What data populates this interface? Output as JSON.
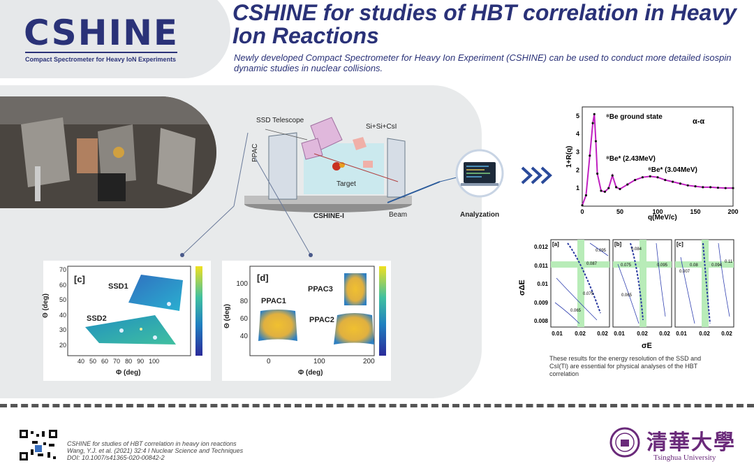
{
  "logo": {
    "text": "CSHINE",
    "subtitle": "Compact Spectrometer for Heavy IoN Experiments"
  },
  "header": {
    "title": "CSHINE for studies of HBT correlation in Heavy Ion Reactions",
    "subtitle": "Newly developed Compact Spectrometer for Heavy Ion Experiment (CSHINE) can be used to conduct more detailed isospin dynamic studies in nuclear collisions."
  },
  "schematic": {
    "ssd_telescope": "SSD Telescope",
    "si_si_csi": "Si+Si+CsI",
    "ppac": "PPAC",
    "target": "Target",
    "name": "CSHINE-I",
    "beam": "Beam",
    "analyzation": "Analyzation"
  },
  "panel_c": {
    "tag": "[c]",
    "ssd1": "SSD1",
    "ssd2": "SSD2",
    "ylabel": "Θ (deg)",
    "xlabel": "Φ (deg)",
    "yticks": [
      "70",
      "60",
      "50",
      "40",
      "30",
      "20"
    ],
    "xticks": [
      "40",
      "50",
      "60",
      "70",
      "80",
      "90",
      "100"
    ]
  },
  "panel_d": {
    "tag": "[d]",
    "ppac1": "PPAC1",
    "ppac2": "PPAC2",
    "ppac3": "PPAC3",
    "ylabel": "Θ (deg)",
    "xlabel": "Φ (deg)",
    "yticks": [
      "100",
      "80",
      "60",
      "40"
    ],
    "xticks": [
      "0",
      "100",
      "200"
    ]
  },
  "chart_data": [
    {
      "type": "line",
      "title": "α-α",
      "xlabel": "q(MeV/c)",
      "ylabel": "1+R(q)",
      "xlim": [
        0,
        200
      ],
      "ylim": [
        0,
        5.5
      ],
      "xticks": [
        "0",
        "50",
        "100",
        "150",
        "200"
      ],
      "yticks": [
        "1",
        "2",
        "3",
        "4",
        "5"
      ],
      "annotations": [
        "⁸Be ground state",
        "⁸Be* (2.43MeV)",
        "⁸Be* (3.04MeV)"
      ],
      "x": [
        0,
        5,
        10,
        14,
        16,
        18,
        20,
        25,
        30,
        35,
        40,
        45,
        50,
        60,
        70,
        80,
        90,
        100,
        110,
        120,
        130,
        140,
        150,
        160,
        170,
        180,
        190,
        200
      ],
      "y": [
        0.05,
        0.6,
        2.8,
        4.6,
        5.1,
        3.6,
        1.8,
        0.85,
        0.8,
        1.0,
        1.7,
        1.05,
        0.95,
        1.2,
        1.45,
        1.6,
        1.65,
        1.6,
        1.45,
        1.35,
        1.25,
        1.15,
        1.1,
        1.05,
        1.05,
        1.02,
        1.0,
        1.0
      ]
    },
    {
      "type": "line",
      "xlabel": "σE",
      "ylabel": "σΔE",
      "panels": [
        "[a]",
        "[b]",
        "[c]"
      ],
      "yticks": [
        "0.012",
        "0.011",
        "0.01",
        "0.009",
        "0.008"
      ],
      "xticks": [
        "0.01",
        "0.02",
        "0.02",
        "0.01",
        "0.02",
        "0.02",
        "0.01",
        "0.02",
        "0.02"
      ],
      "contour_labels": [
        [
          "0.095",
          "0.087",
          "0.075",
          "0.065"
        ],
        [
          "0.084",
          "0.075",
          "0.095",
          "0.065"
        ],
        [
          "0.08",
          "0.094",
          "0.11",
          "0.007"
        ]
      ]
    }
  ],
  "results_text": "These results for the energy resolution of the SSD and CsI(Tl) are essential for physical analyses of the HBT correlation",
  "footer": {
    "line1": "CSHINE for studies of HBT correlation in heavy ion reactions",
    "line2": "Wang, Y.J. et al. (2021) 32:4 I Nuclear Science and Techniques",
    "line3": "DOI: 10.1007/s41365-020-00842-2"
  },
  "university": {
    "name": "Tsinghua University",
    "chinese": "清華大學"
  }
}
